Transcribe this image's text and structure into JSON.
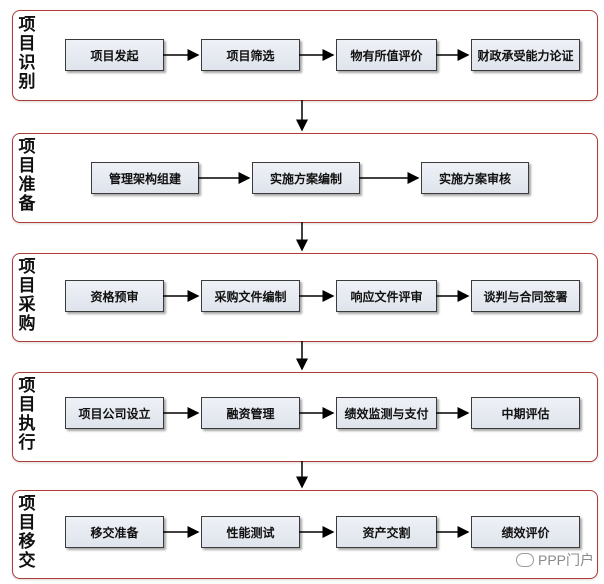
{
  "stages": [
    {
      "label": "项目识别",
      "steps": [
        "项目发起",
        "项目筛选",
        "物有所值评价",
        "财政承受能力论证"
      ]
    },
    {
      "label": "项目准备",
      "steps": [
        "管理架构组建",
        "实施方案编制",
        "实施方案审核"
      ]
    },
    {
      "label": "项目采购",
      "steps": [
        "资格预审",
        "采购文件编制",
        "响应文件评审",
        "谈判与合同签署"
      ]
    },
    {
      "label": "项目执行",
      "steps": [
        "项目公司设立",
        "融资管理",
        "绩效监测与支付",
        "中期评估"
      ]
    },
    {
      "label": "项目移交",
      "steps": [
        "移交准备",
        "性能测试",
        "资产交割",
        "绩效评价"
      ]
    }
  ],
  "watermark": "PPP门户",
  "colors": {
    "frame_border": "#b03a3a",
    "box_fill": "#e6eaf1",
    "box_border": "#3b3b3b",
    "arrow": "#000000"
  }
}
